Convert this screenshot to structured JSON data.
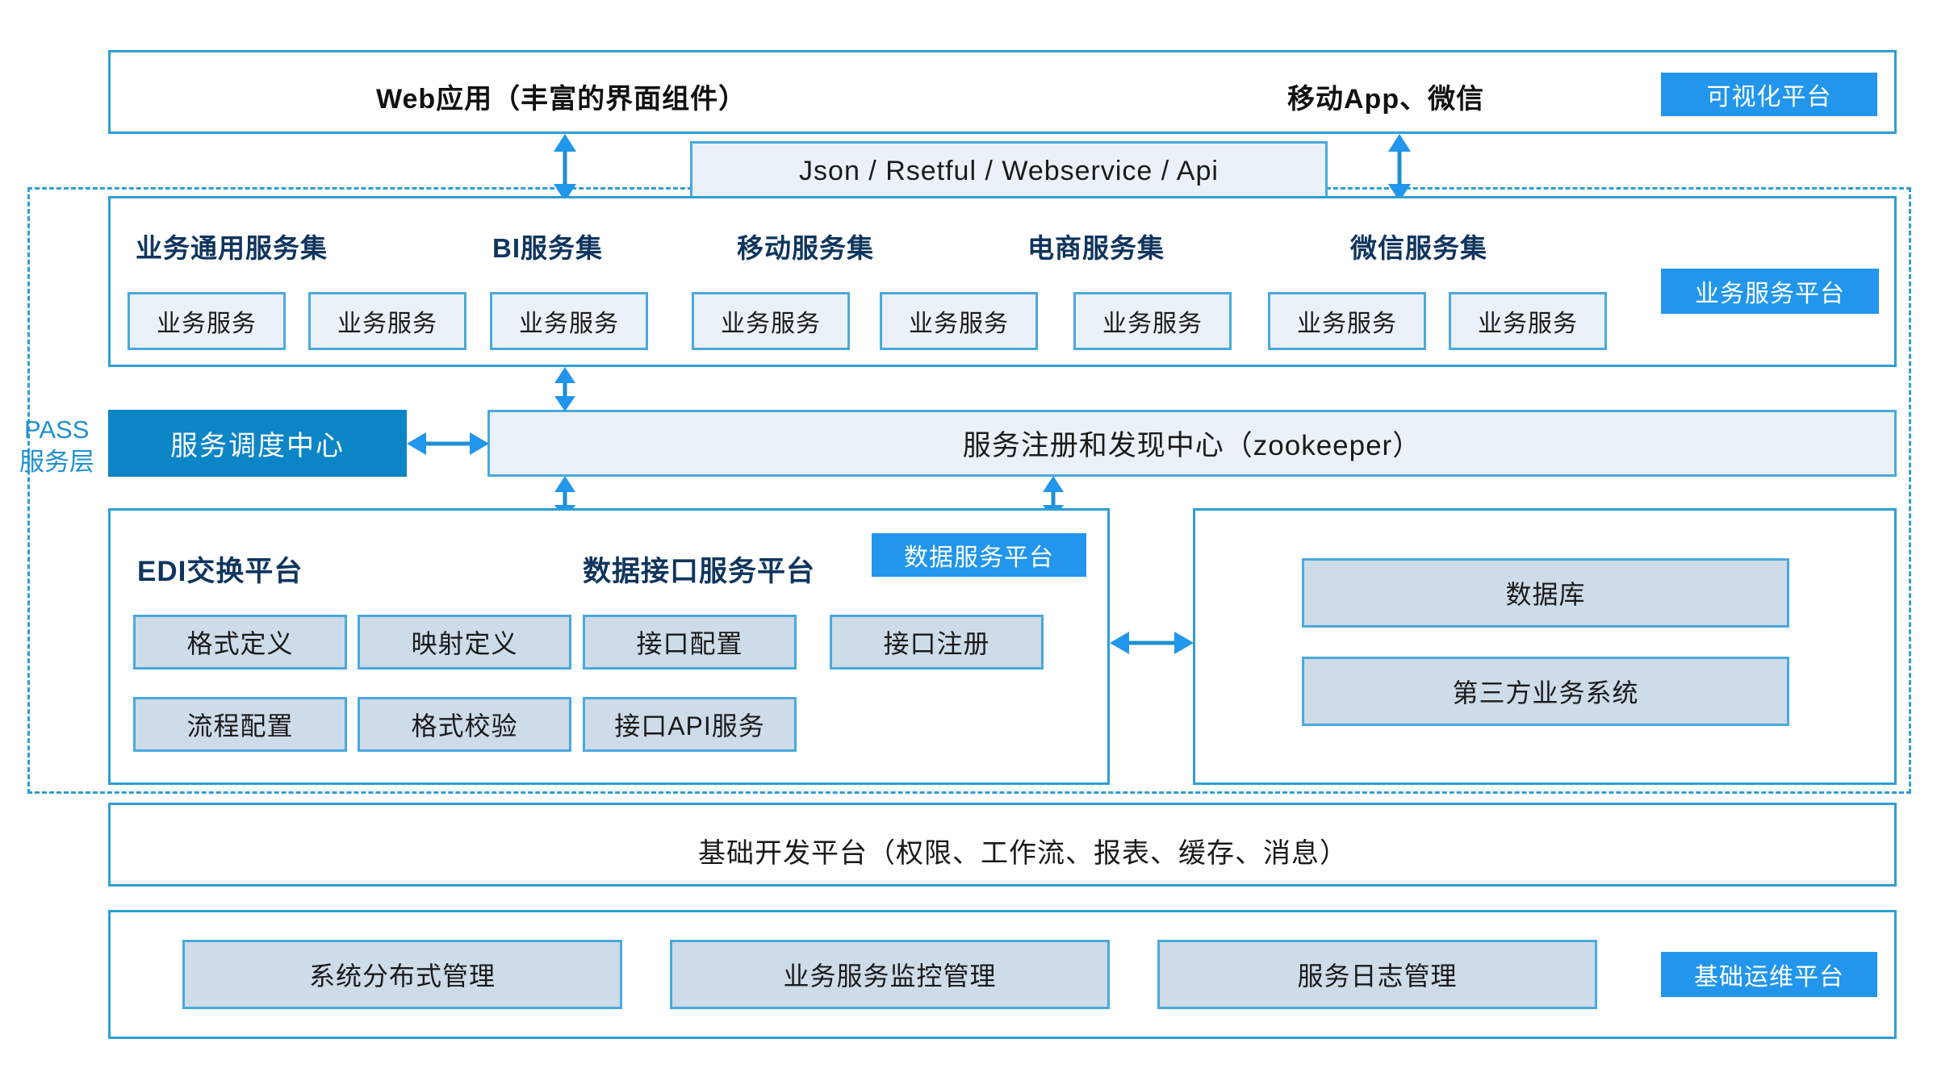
{
  "colors": {
    "accent_blue": "#2196ec",
    "deep_blue": "#0c85c6",
    "border_blue": "#4aa9dd",
    "frame_blue": "#2f9ed4",
    "navy_text": "#10355e",
    "light_fill": "#eaf1f9",
    "grey_fill": "#cedbe8"
  },
  "layer_presentation": {
    "web_app_label": "Web应用（丰富的界面组件）",
    "mobile_label": "移动App、微信",
    "badge": "可视化平台"
  },
  "interface_bar": {
    "label": "Json / Rsetful / Webservice / Api"
  },
  "pass_layer": {
    "label_line1": "PASS",
    "label_line2": "服务层"
  },
  "layer_business_service": {
    "badge": "业务服务平台",
    "groups": [
      {
        "title": "业务通用服务集",
        "services": [
          "业务服务",
          "业务服务"
        ]
      },
      {
        "title": "BI服务集",
        "services": [
          "业务服务"
        ]
      },
      {
        "title": "移动服务集",
        "services": [
          "业务服务",
          "业务服务"
        ]
      },
      {
        "title": "电商服务集",
        "services": [
          "业务服务"
        ]
      },
      {
        "title": "微信服务集",
        "services": [
          "业务服务",
          "业务服务"
        ]
      }
    ],
    "service_boxes": [
      "业务服务",
      "业务服务",
      "业务服务",
      "业务服务",
      "业务服务",
      "业务服务",
      "业务服务",
      "业务服务"
    ]
  },
  "layer_registry": {
    "dispatch_center": "服务调度中心",
    "registry_center": "服务注册和发现中心（zookeeper）"
  },
  "layer_data": {
    "edi_title": "EDI交换平台",
    "data_interface_title": "数据接口服务平台",
    "badge": "数据服务平台",
    "edi_boxes": [
      "格式定义",
      "映射定义",
      "流程配置",
      "格式校验"
    ],
    "interface_boxes": [
      "接口配置",
      "接口注册",
      "接口API服务"
    ],
    "right_panel_boxes": [
      "数据库",
      "第三方业务系统"
    ]
  },
  "layer_foundation": {
    "label": "基础开发平台（权限、工作流、报表、缓存、消息）"
  },
  "layer_ops": {
    "badge": "基础运维平台",
    "boxes": [
      "系统分布式管理",
      "业务服务监控管理",
      "服务日志管理"
    ]
  }
}
